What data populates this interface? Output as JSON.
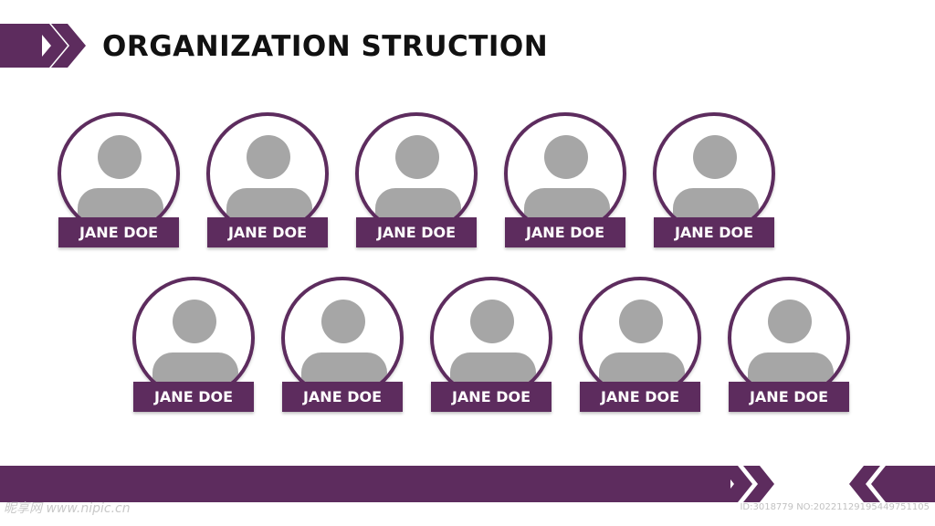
{
  "slide": {
    "title": "ORGANIZATION STRUCTION",
    "colors": {
      "accent": "#5d2c5e",
      "avatar": "#a6a6a6",
      "background": "#ffffff"
    }
  },
  "members": {
    "row1": [
      "JANE DOE",
      "JANE DOE",
      "JANE DOE",
      "JANE DOE",
      "JANE DOE"
    ],
    "row2": [
      "JANE DOE",
      "JANE DOE",
      "JANE DOE",
      "JANE DOE",
      "JANE DOE"
    ]
  },
  "icons": {
    "avatar": "person-silhouette-icon",
    "header_arrow": "double-chevron-right-icon",
    "footer_right_arrow": "double-chevron-right-icon",
    "footer_left_arrow": "double-chevron-left-icon"
  },
  "watermark": {
    "site": "昵享网 www.nipic.cn",
    "id_text": "ID:3018779 NO:20221129195449751105"
  }
}
